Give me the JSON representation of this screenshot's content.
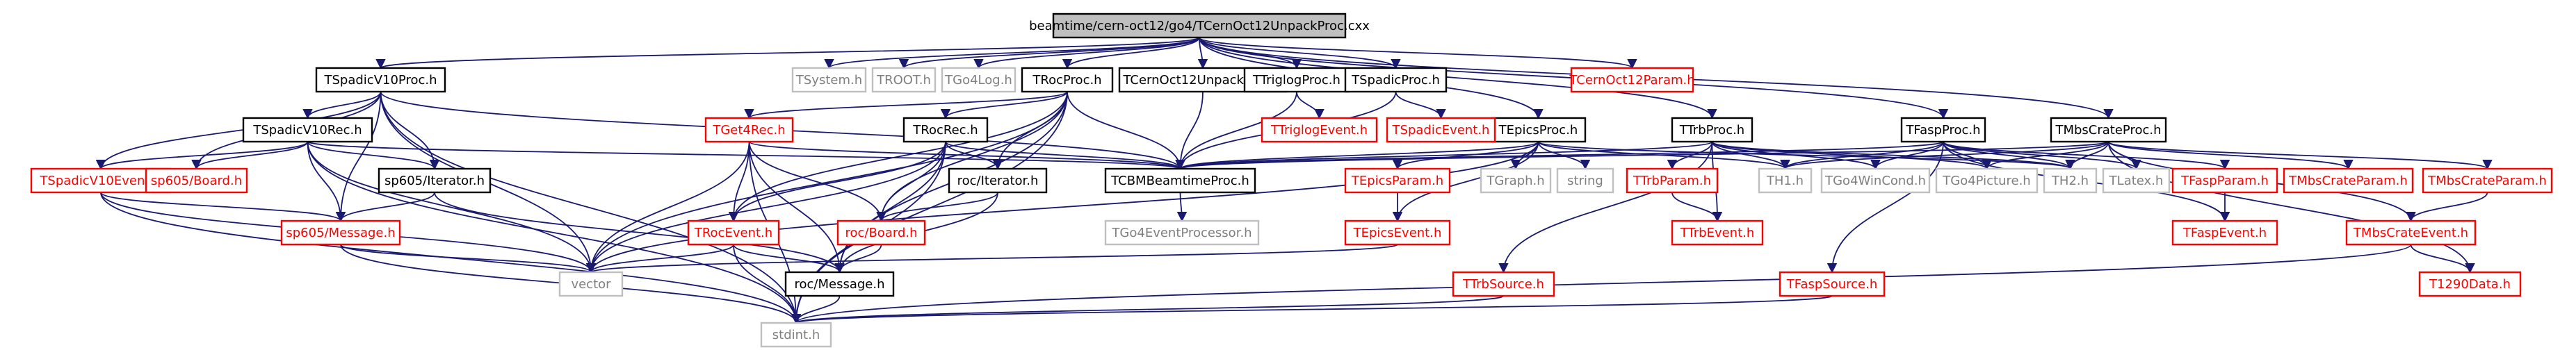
{
  "diagram": {
    "root": "beamtime/cern-oct12/go4/TCernOct12UnpackProc.cxx",
    "nodes": [
      {
        "id": "root",
        "label": "beamtime/cern-oct12/go4/TCernOct12UnpackProc.cxx",
        "style": "root"
      },
      {
        "id": "TSpadicV10Proc_h",
        "label": "TSpadicV10Proc.h",
        "style": "normal"
      },
      {
        "id": "TSystem_h",
        "label": "TSystem.h",
        "style": "external"
      },
      {
        "id": "TROOT_h",
        "label": "TROOT.h",
        "style": "external"
      },
      {
        "id": "TGo4Log_h",
        "label": "TGo4Log.h",
        "style": "external"
      },
      {
        "id": "TRocProc_h",
        "label": "TRocProc.h",
        "style": "normal"
      },
      {
        "id": "TCernOct12UnpackProc_h",
        "label": "TCernOct12UnpackProc.h",
        "style": "normal"
      },
      {
        "id": "TTriglogProc_h",
        "label": "TTriglogProc.h",
        "style": "normal"
      },
      {
        "id": "TSpadicProc_h",
        "label": "TSpadicProc.h",
        "style": "normal"
      },
      {
        "id": "TEpicsProc_h",
        "label": "TEpicsProc.h",
        "style": "normal"
      },
      {
        "id": "TTrbProc_h",
        "label": "TTrbProc.h",
        "style": "normal"
      },
      {
        "id": "TFaspProc_h",
        "label": "TFaspProc.h",
        "style": "normal"
      },
      {
        "id": "TMbsCrateProc_h",
        "label": "TMbsCrateProc.h",
        "style": "normal"
      },
      {
        "id": "TCernOct12Param_h",
        "label": "TCernOct12Param.h",
        "style": "missing"
      },
      {
        "id": "TSpadicV10Rec_h",
        "label": "TSpadicV10Rec.h",
        "style": "normal"
      },
      {
        "id": "TGet4Rec_h",
        "label": "TGet4Rec.h",
        "style": "missing"
      },
      {
        "id": "TRocRec_h",
        "label": "TRocRec.h",
        "style": "normal"
      },
      {
        "id": "TTriglogEvent_h",
        "label": "TTriglogEvent.h",
        "style": "missing"
      },
      {
        "id": "TSpadicEvent_h",
        "label": "TSpadicEvent.h",
        "style": "missing"
      },
      {
        "id": "TSpadicV10Event_h",
        "label": "TSpadicV10Event.h",
        "style": "missing"
      },
      {
        "id": "sp605_Board_h",
        "label": "sp605/Board.h",
        "style": "missing"
      },
      {
        "id": "sp605_Iterator_h",
        "label": "sp605/Iterator.h",
        "style": "normal"
      },
      {
        "id": "roc_Iterator_h",
        "label": "roc/Iterator.h",
        "style": "normal"
      },
      {
        "id": "TCBMBeamtimeProc_h",
        "label": "TCBMBeamtimeProc.h",
        "style": "normal"
      },
      {
        "id": "TEpicsParam_h",
        "label": "TEpicsParam.h",
        "style": "missing"
      },
      {
        "id": "TGraph_h",
        "label": "TGraph.h",
        "style": "external"
      },
      {
        "id": "string",
        "label": "string",
        "style": "external"
      },
      {
        "id": "TH1_h",
        "label": "TH1.h",
        "style": "external"
      },
      {
        "id": "TGo4WinCond_h",
        "label": "TGo4WinCond.h",
        "style": "external"
      },
      {
        "id": "TGo4Picture_h",
        "label": "TGo4Picture.h",
        "style": "external"
      },
      {
        "id": "TH2_h",
        "label": "TH2.h",
        "style": "external"
      },
      {
        "id": "TLatex_h",
        "label": "TLatex.h",
        "style": "external"
      },
      {
        "id": "TFaspParam_h",
        "label": "TFaspParam.h",
        "style": "missing"
      },
      {
        "id": "TMbsCrateParam_h_a",
        "label": "TMbsCrateParam.h",
        "style": "missing"
      },
      {
        "id": "TMbsCrateParam_h_b",
        "label": "TMbsCrateParam.h",
        "style": "missing"
      },
      {
        "id": "TTrbParam_h",
        "label": "TTrbParam.h",
        "style": "missing"
      },
      {
        "id": "sp605_Message_h",
        "label": "sp605/Message.h",
        "style": "missing"
      },
      {
        "id": "TRocEvent_h",
        "label": "TRocEvent.h",
        "style": "missing"
      },
      {
        "id": "roc_Board_h",
        "label": "roc/Board.h",
        "style": "missing"
      },
      {
        "id": "TGo4EventProcessor_h",
        "label": "TGo4EventProcessor.h",
        "style": "external"
      },
      {
        "id": "TEpicsEvent_h",
        "label": "TEpicsEvent.h",
        "style": "missing"
      },
      {
        "id": "TTrbEvent_h",
        "label": "TTrbEvent.h",
        "style": "missing"
      },
      {
        "id": "TFaspEvent_h",
        "label": "TFaspEvent.h",
        "style": "missing"
      },
      {
        "id": "TMbsCrateEvent_h",
        "label": "TMbsCrateEvent.h",
        "style": "missing"
      },
      {
        "id": "vector",
        "label": "vector",
        "style": "external"
      },
      {
        "id": "roc_Message_h",
        "label": "roc/Message.h",
        "style": "normal"
      },
      {
        "id": "TTrbSource_h",
        "label": "TTrbSource.h",
        "style": "missing"
      },
      {
        "id": "TFaspSource_h",
        "label": "TFaspSource.h",
        "style": "missing"
      },
      {
        "id": "T1290Data_h",
        "label": "T1290Data.h",
        "style": "missing"
      },
      {
        "id": "stdint_h",
        "label": "stdint.h",
        "style": "external"
      }
    ],
    "edges": [
      [
        "root",
        "TSpadicV10Proc_h"
      ],
      [
        "root",
        "TSystem_h"
      ],
      [
        "root",
        "TROOT_h"
      ],
      [
        "root",
        "TGo4Log_h"
      ],
      [
        "root",
        "TRocProc_h"
      ],
      [
        "root",
        "TCernOct12UnpackProc_h"
      ],
      [
        "root",
        "TTriglogProc_h"
      ],
      [
        "root",
        "TSpadicProc_h"
      ],
      [
        "root",
        "TEpicsProc_h"
      ],
      [
        "root",
        "TTrbProc_h"
      ],
      [
        "root",
        "TFaspProc_h"
      ],
      [
        "root",
        "TMbsCrateProc_h"
      ],
      [
        "root",
        "TCernOct12Param_h"
      ],
      [
        "TSpadicV10Proc_h",
        "TSpadicV10Rec_h"
      ],
      [
        "TSpadicV10Proc_h",
        "TSpadicV10Event_h"
      ],
      [
        "TSpadicV10Proc_h",
        "sp605_Board_h"
      ],
      [
        "TSpadicV10Proc_h",
        "sp605_Iterator_h"
      ],
      [
        "TSpadicV10Proc_h",
        "sp605_Message_h"
      ],
      [
        "TSpadicV10Proc_h",
        "TCBMBeamtimeProc_h"
      ],
      [
        "TSpadicV10Proc_h",
        "vector"
      ],
      [
        "TSpadicV10Proc_h",
        "stdint_h"
      ],
      [
        "TSpadicV10Rec_h",
        "TSpadicV10Event_h"
      ],
      [
        "TSpadicV10Rec_h",
        "sp605_Board_h"
      ],
      [
        "TSpadicV10Rec_h",
        "sp605_Iterator_h"
      ],
      [
        "TSpadicV10Rec_h",
        "sp605_Message_h"
      ],
      [
        "TSpadicV10Rec_h",
        "TCBMBeamtimeProc_h"
      ],
      [
        "TSpadicV10Rec_h",
        "vector"
      ],
      [
        "TSpadicV10Rec_h",
        "stdint_h"
      ],
      [
        "TSpadicV10Event_h",
        "sp605_Message_h"
      ],
      [
        "TSpadicV10Event_h",
        "vector"
      ],
      [
        "TSpadicV10Event_h",
        "stdint_h"
      ],
      [
        "sp605_Iterator_h",
        "sp605_Message_h"
      ],
      [
        "sp605_Iterator_h",
        "roc_Message_h"
      ],
      [
        "sp605_Message_h",
        "vector"
      ],
      [
        "sp605_Message_h",
        "stdint_h"
      ],
      [
        "TRocProc_h",
        "TGet4Rec_h"
      ],
      [
        "TRocProc_h",
        "TRocRec_h"
      ],
      [
        "TRocProc_h",
        "TCBMBeamtimeProc_h"
      ],
      [
        "TRocProc_h",
        "roc_Iterator_h"
      ],
      [
        "TRocProc_h",
        "TRocEvent_h"
      ],
      [
        "TRocProc_h",
        "roc_Board_h"
      ],
      [
        "TRocProc_h",
        "vector"
      ],
      [
        "TRocProc_h",
        "roc_Message_h"
      ],
      [
        "TRocProc_h",
        "stdint_h"
      ],
      [
        "TGet4Rec_h",
        "TCBMBeamtimeProc_h"
      ],
      [
        "TGet4Rec_h",
        "TRocEvent_h"
      ],
      [
        "TGet4Rec_h",
        "roc_Board_h"
      ],
      [
        "TGet4Rec_h",
        "vector"
      ],
      [
        "TGet4Rec_h",
        "roc_Message_h"
      ],
      [
        "TGet4Rec_h",
        "stdint_h"
      ],
      [
        "TRocRec_h",
        "TCBMBeamtimeProc_h"
      ],
      [
        "TRocRec_h",
        "roc_Iterator_h"
      ],
      [
        "TRocRec_h",
        "TRocEvent_h"
      ],
      [
        "TRocRec_h",
        "roc_Board_h"
      ],
      [
        "TRocRec_h",
        "vector"
      ],
      [
        "TRocRec_h",
        "roc_Message_h"
      ],
      [
        "TRocRec_h",
        "stdint_h"
      ],
      [
        "roc_Iterator_h",
        "roc_Board_h"
      ],
      [
        "roc_Iterator_h",
        "roc_Message_h"
      ],
      [
        "roc_Board_h",
        "roc_Message_h"
      ],
      [
        "TRocEvent_h",
        "vector"
      ],
      [
        "TRocEvent_h",
        "roc_Message_h"
      ],
      [
        "TRocEvent_h",
        "stdint_h"
      ],
      [
        "roc_Message_h",
        "stdint_h"
      ],
      [
        "TCernOct12UnpackProc_h",
        "TCBMBeamtimeProc_h"
      ],
      [
        "TTriglogProc_h",
        "TCBMBeamtimeProc_h"
      ],
      [
        "TTriglogProc_h",
        "TTriglogEvent_h"
      ],
      [
        "TSpadicProc_h",
        "TCBMBeamtimeProc_h"
      ],
      [
        "TSpadicProc_h",
        "TSpadicEvent_h"
      ],
      [
        "TCBMBeamtimeProc_h",
        "TGo4EventProcessor_h"
      ],
      [
        "TEpicsProc_h",
        "TCBMBeamtimeProc_h"
      ],
      [
        "TEpicsProc_h",
        "TEpicsParam_h"
      ],
      [
        "TEpicsProc_h",
        "TEpicsEvent_h"
      ],
      [
        "TEpicsProc_h",
        "TGraph_h"
      ],
      [
        "TEpicsProc_h",
        "string"
      ],
      [
        "TEpicsProc_h",
        "TH1_h"
      ],
      [
        "TEpicsProc_h",
        "TH2_h"
      ],
      [
        "TEpicsProc_h",
        "vector"
      ],
      [
        "TEpicsParam_h",
        "TEpicsEvent_h"
      ],
      [
        "TEpicsEvent_h",
        "vector"
      ],
      [
        "TTrbProc_h",
        "TCBMBeamtimeProc_h"
      ],
      [
        "TTrbProc_h",
        "TTrbParam_h"
      ],
      [
        "TTrbProc_h",
        "TTrbEvent_h"
      ],
      [
        "TTrbProc_h",
        "TTrbSource_h"
      ],
      [
        "TTrbProc_h",
        "TH1_h"
      ],
      [
        "TTrbProc_h",
        "TGo4WinCond_h"
      ],
      [
        "TTrbProc_h",
        "TGo4Picture_h"
      ],
      [
        "TTrbProc_h",
        "TH2_h"
      ],
      [
        "TTrbParam_h",
        "TTrbEvent_h"
      ],
      [
        "TTrbSource_h",
        "stdint_h"
      ],
      [
        "TFaspProc_h",
        "TCBMBeamtimeProc_h"
      ],
      [
        "TFaspProc_h",
        "TFaspParam_h"
      ],
      [
        "TFaspProc_h",
        "TFaspEvent_h"
      ],
      [
        "TFaspProc_h",
        "TFaspSource_h"
      ],
      [
        "TFaspProc_h",
        "TH1_h"
      ],
      [
        "TFaspProc_h",
        "TGo4WinCond_h"
      ],
      [
        "TFaspProc_h",
        "TGo4Picture_h"
      ],
      [
        "TFaspProc_h",
        "TH2_h"
      ],
      [
        "TFaspProc_h",
        "TLatex_h"
      ],
      [
        "TFaspParam_h",
        "TFaspEvent_h"
      ],
      [
        "TFaspSource_h",
        "stdint_h"
      ],
      [
        "TMbsCrateProc_h",
        "TCBMBeamtimeProc_h"
      ],
      [
        "TMbsCrateProc_h",
        "TMbsCrateParam_h_a"
      ],
      [
        "TMbsCrateProc_h",
        "TMbsCrateParam_h_b"
      ],
      [
        "TMbsCrateProc_h",
        "TMbsCrateEvent_h"
      ],
      [
        "TMbsCrateProc_h",
        "T1290Data_h"
      ],
      [
        "TMbsCrateProc_h",
        "TH1_h"
      ],
      [
        "TMbsCrateProc_h",
        "TGo4Picture_h"
      ],
      [
        "TMbsCrateProc_h",
        "TH2_h"
      ],
      [
        "TMbsCrateProc_h",
        "TLatex_h"
      ],
      [
        "TMbsCrateParam_h_b",
        "TMbsCrateEvent_h"
      ],
      [
        "TMbsCrateEvent_h",
        "T1290Data_h"
      ],
      [
        "TMbsCrateEvent_h",
        "stdint_h"
      ]
    ],
    "styles": {
      "root": {
        "fill": "#bfbfbf",
        "stroke": "#000000",
        "text": "#000000"
      },
      "normal": {
        "fill": "#ffffff",
        "stroke": "#000000",
        "text": "#000000"
      },
      "missing": {
        "fill": "#ffffff",
        "stroke": "#ff0000",
        "text": "#ff0000"
      },
      "external": {
        "fill": "#ffffff",
        "stroke": "#bfbfbf",
        "text": "#7f7f7f"
      }
    },
    "edge_color": "#191970"
  }
}
